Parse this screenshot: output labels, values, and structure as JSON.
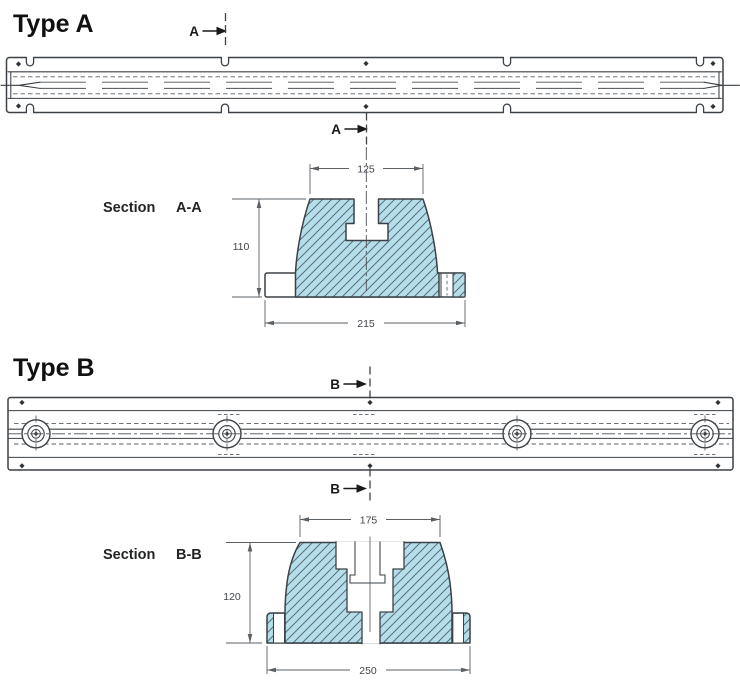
{
  "colors": {
    "fill": "#b4deea",
    "hatch": "#5d6e7a",
    "outline": "#3b4146",
    "dim": "#5b6065",
    "text_dark": "#111111",
    "text_gray": "#43474b"
  },
  "type_a": {
    "title": "Type A",
    "cut_letter": "A",
    "section": {
      "prefix": "Section",
      "name": "A-A"
    },
    "dims": {
      "top_width": "125",
      "height": "110",
      "base_width": "215"
    }
  },
  "type_b": {
    "title": "Type B",
    "cut_letter": "B",
    "section": {
      "prefix": "Section",
      "name": "B-B"
    },
    "dims": {
      "top_width": "175",
      "height": "120",
      "base_width": "250"
    }
  }
}
